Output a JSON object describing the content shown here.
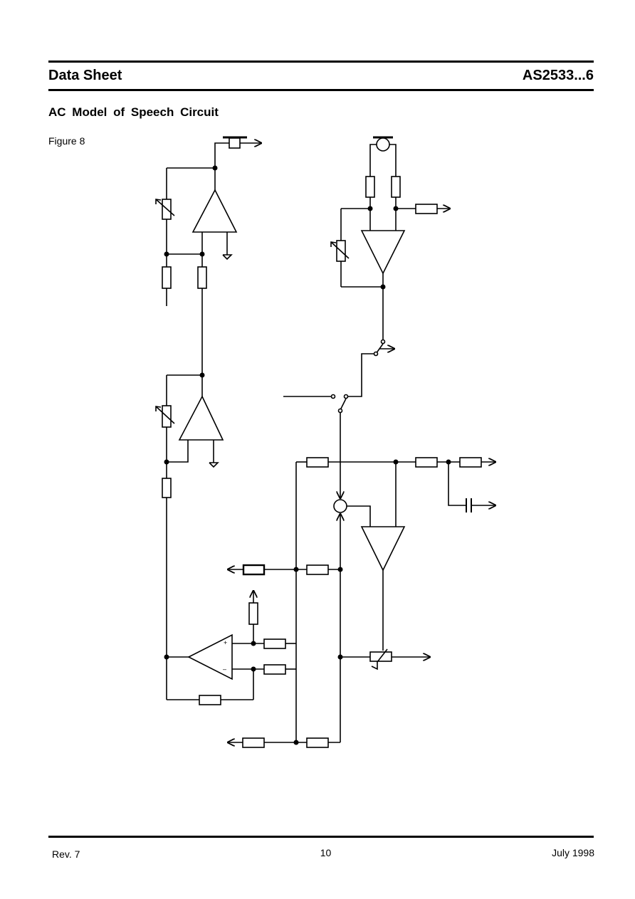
{
  "header": {
    "title": "Data Sheet",
    "part": "AS2533...6"
  },
  "section": {
    "title": "AC Model of Speech Circuit"
  },
  "figure": {
    "label": "Figure 8"
  },
  "diagram": {
    "plus_sign": "+",
    "minus_sign": "–"
  },
  "footer": {
    "revision": "Rev. 7",
    "page": "10",
    "date": "July 1998"
  }
}
